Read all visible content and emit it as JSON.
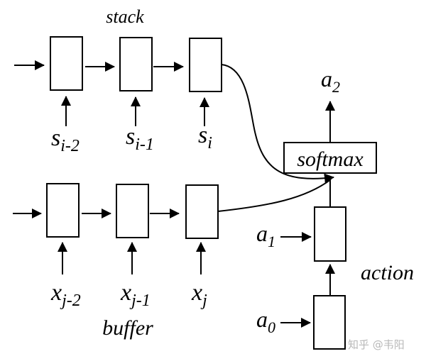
{
  "diagram": {
    "stack": {
      "title": "stack",
      "cells": [
        {
          "main": "s",
          "sub": "i-2"
        },
        {
          "main": "s",
          "sub": "i-1"
        },
        {
          "main": "s",
          "sub": "i"
        }
      ]
    },
    "buffer": {
      "title": "buffer",
      "cells": [
        {
          "main": "x",
          "sub": "j-2"
        },
        {
          "main": "x",
          "sub": "j-1"
        },
        {
          "main": "x",
          "sub": "j"
        }
      ]
    },
    "action": {
      "title": "action",
      "inputs": [
        {
          "main": "a",
          "sub": "0"
        },
        {
          "main": "a",
          "sub": "1"
        }
      ]
    },
    "softmax": {
      "label": "softmax"
    },
    "output": {
      "main": "a",
      "sub": "2"
    }
  },
  "watermark": "知乎 @韦阳"
}
